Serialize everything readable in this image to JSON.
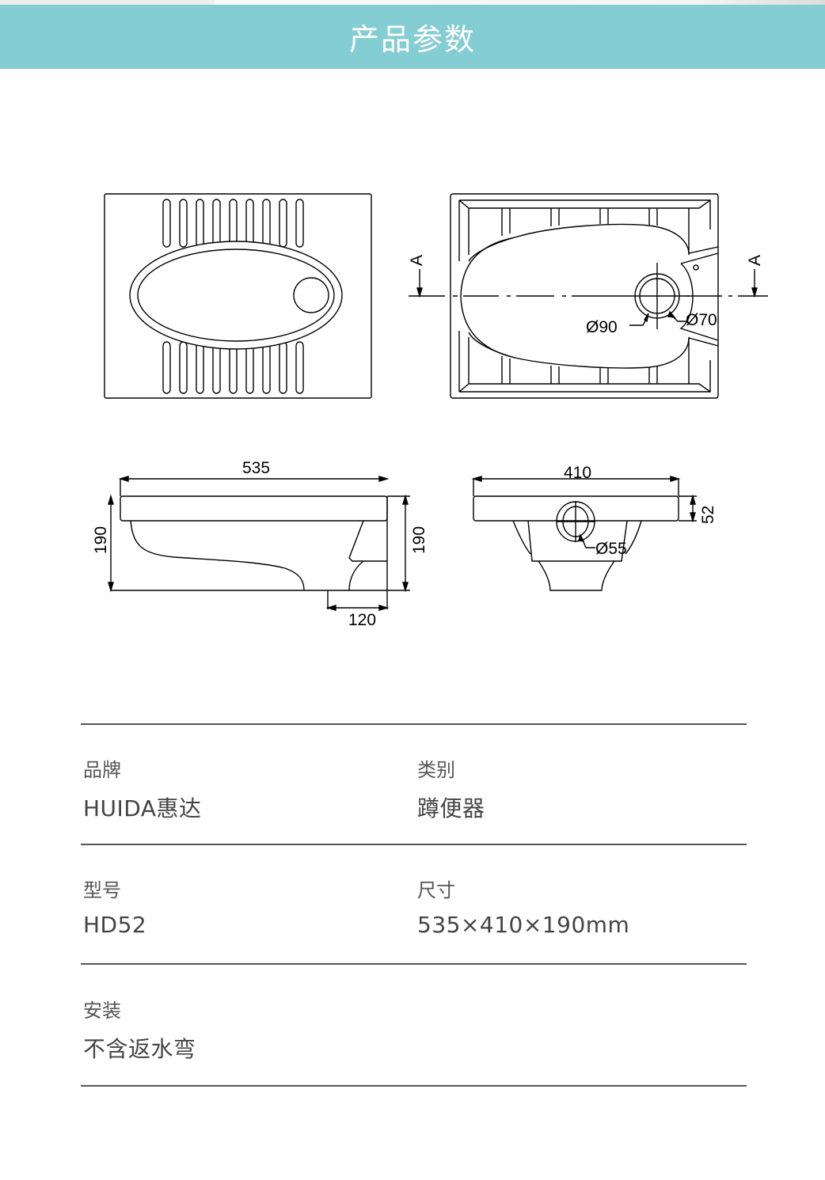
{
  "header": {
    "title": "产品参数"
  },
  "drawing": {
    "section_marker": "A",
    "dia_90": "Ø90",
    "dia_70": "Ø70",
    "dia_55": "Ø55",
    "dim_length": "535",
    "dim_height": "190",
    "dim_offset": "120",
    "dim_width": "410",
    "dim_rim": "52"
  },
  "specs": [
    {
      "label": "品牌",
      "value": "HUIDA惠达"
    },
    {
      "label": "类别",
      "value": "蹲便器"
    },
    {
      "label": "型号",
      "value": "HD52"
    },
    {
      "label": "尺寸",
      "value": "535×410×190mm"
    },
    {
      "label": "安装",
      "value": "不含返水弯"
    }
  ]
}
